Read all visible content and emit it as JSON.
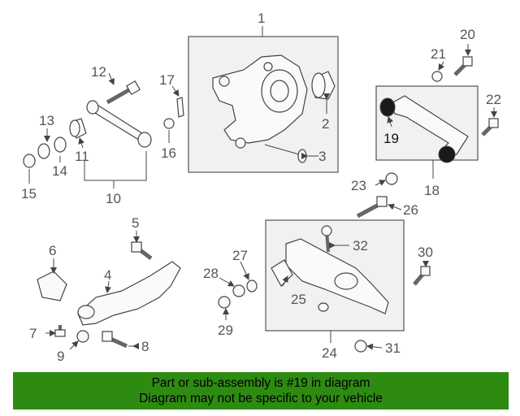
{
  "callouts": {
    "n1": "1",
    "n2": "2",
    "n3": "3",
    "n4": "4",
    "n5": "5",
    "n6": "6",
    "n7": "7",
    "n8": "8",
    "n9": "9",
    "n10": "10",
    "n11": "11",
    "n12": "12",
    "n13": "13",
    "n14": "14",
    "n15": "15",
    "n16": "16",
    "n17": "17",
    "n18": "18",
    "n19": "19",
    "n20": "20",
    "n21": "21",
    "n22": "22",
    "n23": "23",
    "n24": "24",
    "n25": "25",
    "n26": "26",
    "n27": "27",
    "n28": "28",
    "n29": "29",
    "n30": "30",
    "n31": "31",
    "n32": "32"
  },
  "banner": {
    "line1": "Part or sub-assembly is #19 in diagram",
    "line2": "Diagram may not be specific to your vehicle"
  },
  "colors": {
    "banner_bg": "#2e8b12",
    "highlight_part": "#111111"
  }
}
